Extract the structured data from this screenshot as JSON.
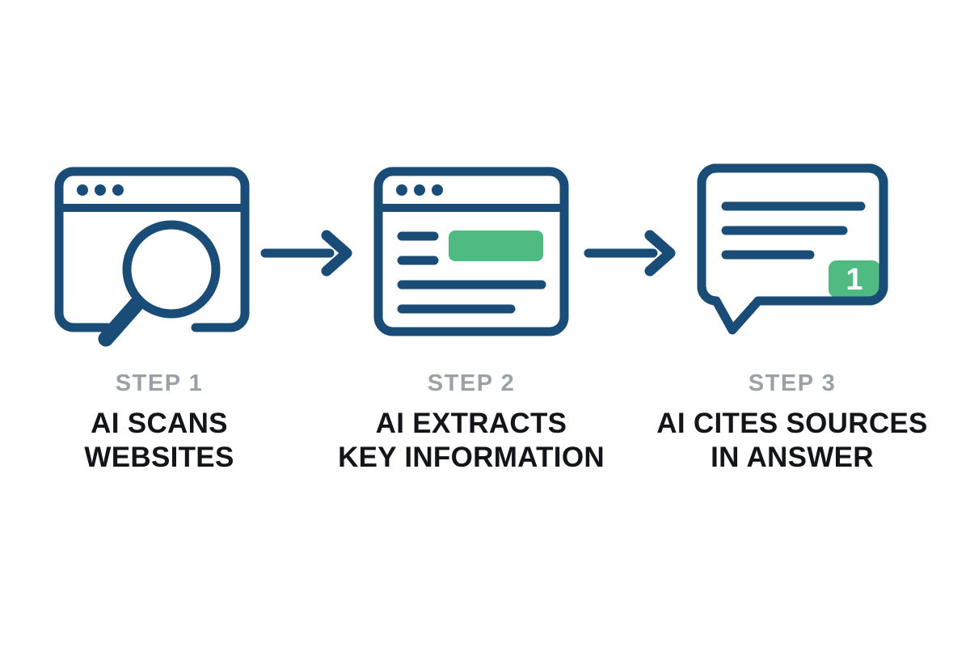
{
  "colors": {
    "bg": "#ffffff",
    "blue": "#1a4c78",
    "green": "#4fba81",
    "step-gray": "#9ca1a7",
    "title-black": "#131519"
  },
  "steps": [
    {
      "label": "STEP 1",
      "title_line1": "AI SCANS",
      "title_line2": "WEBSITES",
      "icon": "browser-search-icon"
    },
    {
      "label": "STEP 2",
      "title_line1": "AI EXTRACTS",
      "title_line2": "KEY INFORMATION",
      "icon": "browser-highlight-icon"
    },
    {
      "label": "STEP 3",
      "title_line1": "AI CITES SOURCES",
      "title_line2": "IN ANSWER",
      "icon": "chat-citation-icon",
      "badge": "1"
    }
  ]
}
